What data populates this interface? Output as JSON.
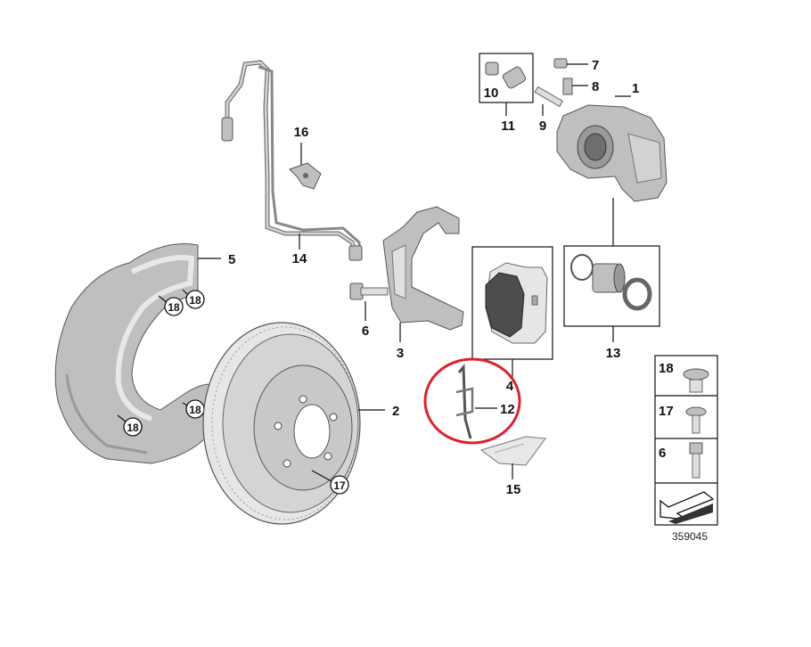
{
  "labels": {
    "p1": "1",
    "p2": "2",
    "p3": "3",
    "p4": "4",
    "p5": "5",
    "p6": "6",
    "p7": "7",
    "p8": "8",
    "p9": "9",
    "p10": "10",
    "p11": "11",
    "p12": "12",
    "p13": "13",
    "p14": "14",
    "p15": "15",
    "p16": "16",
    "c17": "17",
    "c18a": "18",
    "c18b": "18",
    "c18c": "18",
    "c18d": "18",
    "legend18": "18",
    "legend17": "17",
    "legend6": "6"
  },
  "reference_number": "359045",
  "colors": {
    "highlight": "#e0202a",
    "part_fill": "#bfbfbf",
    "line": "#111111"
  }
}
